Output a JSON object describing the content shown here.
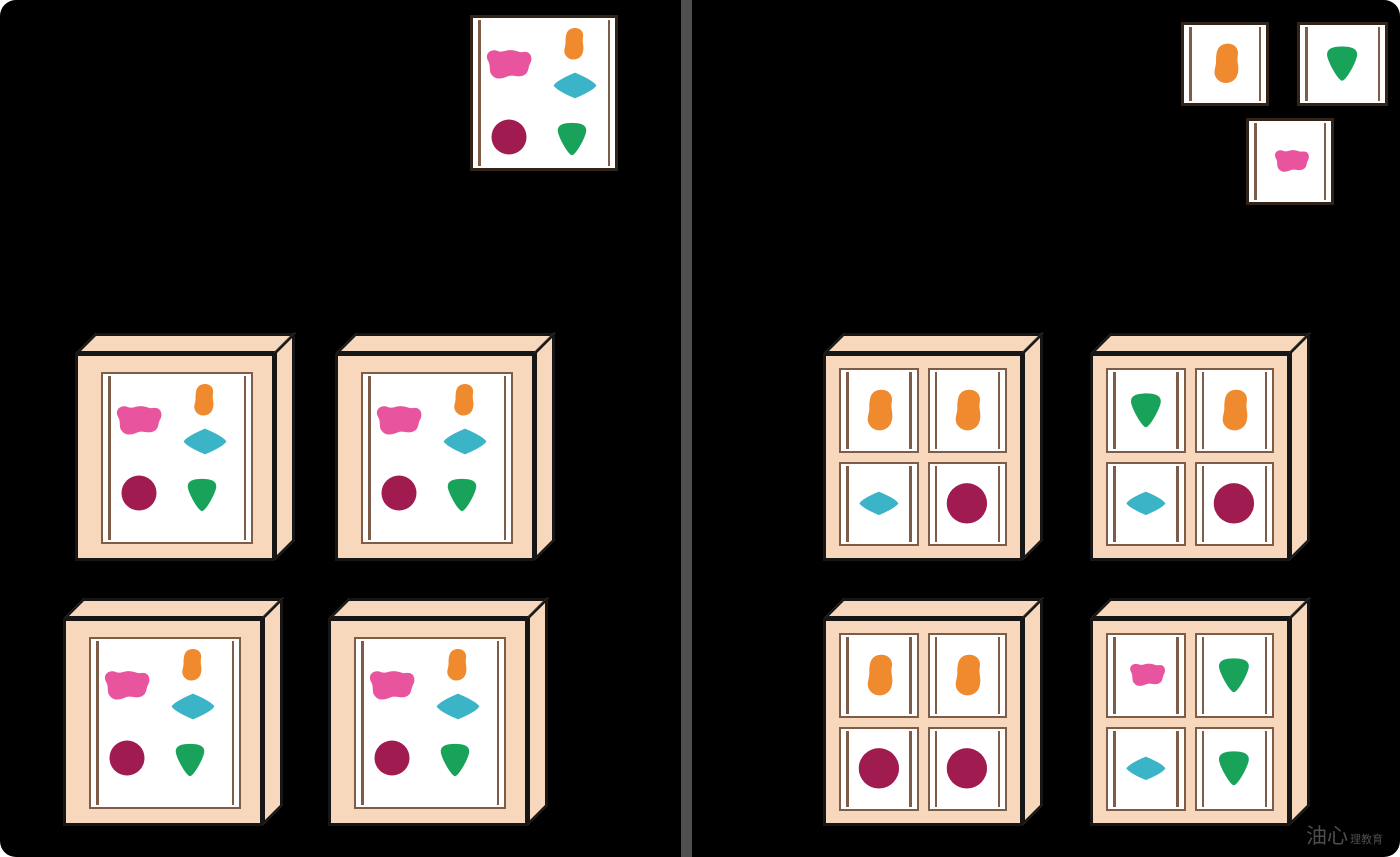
{
  "meta": {
    "background": "#000000",
    "divider_color": "#4f4f4f",
    "box_face_color": "#f8d8bc",
    "box_outline_color": "#161616",
    "panel_border_color": "#7d5c48"
  },
  "colors": {
    "shape_pink": "#e8559e",
    "shape_orange": "#ef8a2e",
    "shape_teal": "#3cb4c7",
    "shape_crimson": "#a01b50",
    "shape_green": "#19a35a"
  },
  "left_panel": {
    "example_card": {
      "shapes": [
        "pink-blob",
        "orange-blob",
        "teal-diamond",
        "crimson-circle",
        "green-triangle"
      ]
    },
    "boxes": [
      {
        "shapes": [
          "pink-blob",
          "orange-blob",
          "teal-diamond",
          "crimson-circle",
          "green-triangle"
        ]
      },
      {
        "shapes": [
          "pink-blob",
          "orange-blob",
          "teal-diamond",
          "crimson-circle",
          "green-triangle"
        ]
      },
      {
        "shapes": [
          "pink-blob",
          "orange-blob",
          "teal-diamond",
          "crimson-circle",
          "green-triangle"
        ]
      },
      {
        "shapes": [
          "pink-blob",
          "orange-blob",
          "teal-diamond",
          "crimson-circle",
          "green-triangle"
        ]
      }
    ]
  },
  "right_panel": {
    "example_cards": [
      "orange-blob",
      "green-triangle",
      "pink-blob"
    ],
    "boxes": [
      {
        "cells": [
          "orange-blob",
          "orange-blob",
          "teal-diamond",
          "crimson-circle"
        ]
      },
      {
        "cells": [
          "green-triangle",
          "orange-blob",
          "teal-diamond",
          "crimson-circle"
        ]
      },
      {
        "cells": [
          "orange-blob",
          "orange-blob",
          "crimson-circle",
          "crimson-circle"
        ]
      },
      {
        "cells": [
          "pink-blob",
          "green-triangle",
          "teal-diamond",
          "green-triangle"
        ]
      }
    ]
  },
  "watermark": {
    "main": "油心",
    "small": "理教育"
  }
}
